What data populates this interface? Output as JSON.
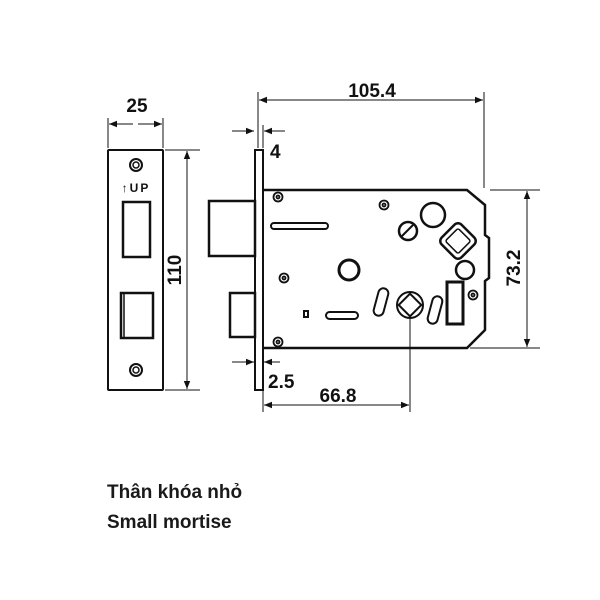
{
  "dimensions": {
    "faceplate_width": "25",
    "faceplate_height": "110",
    "body_length": "105.4",
    "forend_thickness": "4",
    "body_height": "73.2",
    "forend_offset": "2.5",
    "backset": "66.8"
  },
  "faceplate_label": "↑UP",
  "caption": {
    "vietnamese": "Thân khóa nhỏ",
    "english": "Small mortise"
  }
}
